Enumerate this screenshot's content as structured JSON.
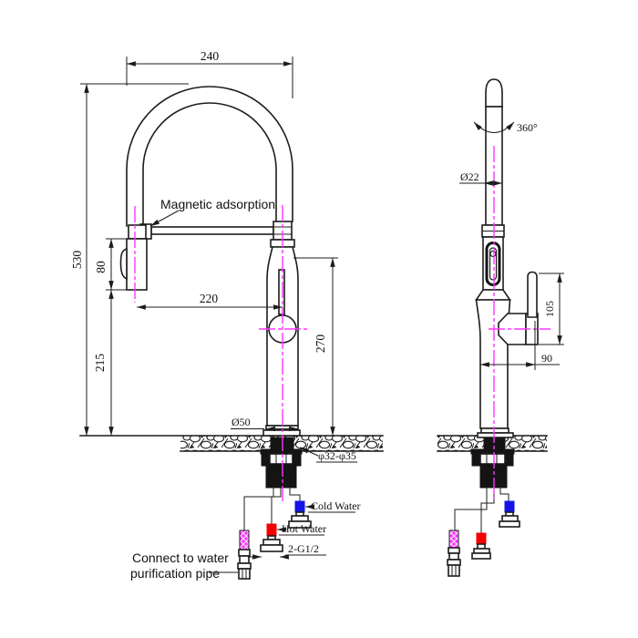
{
  "labels": {
    "magnetic": "Magnetic adsorption",
    "cold_water": "Cold Water",
    "hot_water": "Hot Water",
    "thread": "2-G1/2",
    "purify_line1": "Connect to water",
    "purify_line2": "purification pipe",
    "rotation": "360°"
  },
  "dims": {
    "spout_width": "240",
    "total_height": "530",
    "sprayer_height": "80",
    "spout_reach": "220",
    "outlet_clearance": "215",
    "body_top_height": "270",
    "base_diameter": "Ø50",
    "hole_diameter": "φ32-φ35",
    "pipe_diameter": "Ø22",
    "handle_height": "105",
    "handle_offset": "90"
  },
  "colors": {
    "centerline": "#ff35ff",
    "cold": "#1414e6",
    "hot": "#f40000",
    "purification_hatch": "#ff35ff",
    "line": "#1c1c1c"
  }
}
